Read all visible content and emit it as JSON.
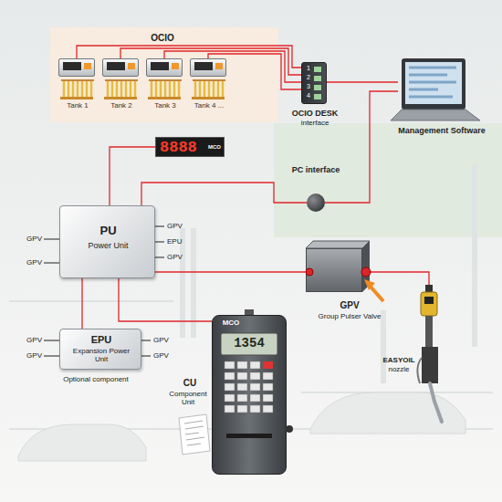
{
  "diagram": {
    "nodes": [
      {
        "text": [
          "Tank 1"
        ]
      },
      {
        "text": [
          "Tank 2"
        ]
      },
      {
        "text": [
          "Tank 3"
        ]
      },
      {
        "text": [
          "Tank 4 ..."
        ]
      },
      {
        "text": [
          "OCIO DESK",
          "interface"
        ]
      },
      {
        "text": [
          "Management Software"
        ]
      },
      {
        "text": [
          "8888",
          "MCO"
        ]
      },
      {
        "text": [
          "PC interface"
        ]
      },
      {
        "text": [
          "PU",
          "Power Unit"
        ]
      },
      {
        "text": [
          "GPV",
          "Group Pulser Valve"
        ]
      },
      {
        "text": [
          "EPU",
          "Expansion Power Unit"
        ]
      },
      {
        "text": [
          "CU",
          "Component Unit"
        ]
      },
      {
        "text": [
          "EASYOIL",
          "nozzle"
        ]
      }
    ],
    "edges": [
      {
        "from": 0,
        "to": 4,
        "arrow": "none"
      },
      {
        "from": 1,
        "to": 4,
        "arrow": "none"
      },
      {
        "from": 2,
        "to": 4,
        "arrow": "none"
      },
      {
        "from": 3,
        "to": 4,
        "arrow": "none"
      },
      {
        "from": 4,
        "to": 5,
        "arrow": "none"
      },
      {
        "from": 5,
        "to": 7,
        "arrow": "none"
      },
      {
        "from": 8,
        "to": 6,
        "arrow": "none"
      },
      {
        "from": 8,
        "to": 7,
        "arrow": "none"
      },
      {
        "from": 8,
        "to": 9,
        "arrow": "none"
      },
      {
        "from": 8,
        "to": 10,
        "arrow": "none"
      },
      {
        "from": 8,
        "to": 11,
        "arrow": "none"
      },
      {
        "from": 9,
        "to": 12,
        "arrow": "none"
      }
    ],
    "labels": [
      "OCIO",
      "GPV",
      "GPV",
      "GPV",
      "EPU",
      "GPV",
      "GPV",
      "GPV",
      "GPV",
      "GPV",
      "Optional component",
      "1",
      "2",
      "3",
      "4",
      "MCO",
      "1354"
    ]
  }
}
